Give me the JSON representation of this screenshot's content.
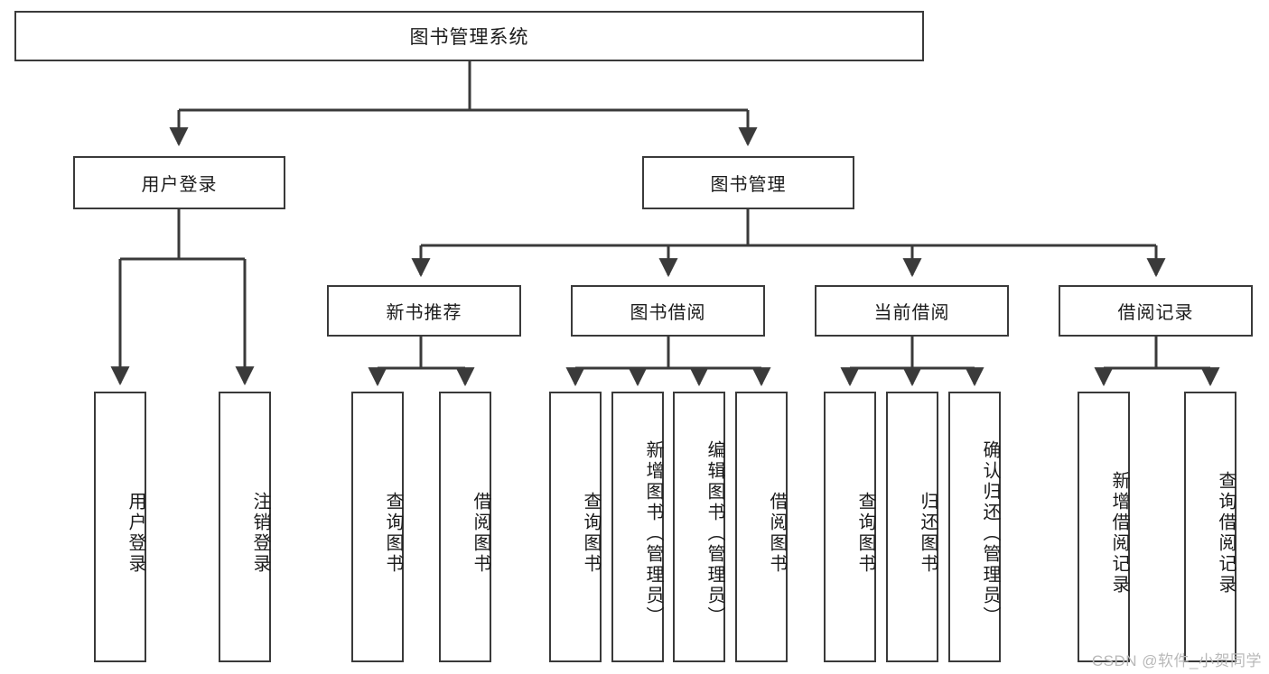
{
  "diagram": {
    "title": "图书管理系统",
    "type": "tree",
    "watermark": "CSDN @软件_小贺同学",
    "colors": {
      "stroke": "#3a3a3a",
      "fill": "#ffffff",
      "text": "#1b1b1b",
      "watermark": "#b9b9b9"
    },
    "levels": {
      "root": [
        "图书管理系统"
      ],
      "level2": [
        "用户登录",
        "图书管理"
      ],
      "level3": [
        "新书推荐",
        "图书借阅",
        "当前借阅",
        "借阅记录"
      ],
      "leaves": [
        "用户登录",
        "注销登录",
        "查询图书",
        "借阅图书",
        "查询图书",
        "新增图书（管理员）",
        "编辑图书（管理员）",
        "借阅图书",
        "查询图书",
        "归还图书",
        "确认归还（管理员）",
        "新增借阅记录",
        "查询借阅记录"
      ]
    },
    "nodes": {
      "root": {
        "label": "图书管理系统"
      },
      "user_login": {
        "label": "用户登录"
      },
      "book_manage": {
        "label": "图书管理"
      },
      "new_book_rec": {
        "label": "新书推荐"
      },
      "book_borrow": {
        "label": "图书借阅"
      },
      "current_borrow": {
        "label": "当前借阅"
      },
      "borrow_record": {
        "label": "借阅记录"
      },
      "leaf_user_login": {
        "label": "用户登录"
      },
      "leaf_logout": {
        "label": "注销登录"
      },
      "leaf_query_book_1": {
        "label": "查询图书"
      },
      "leaf_borrow_book_1": {
        "label": "借阅图书"
      },
      "leaf_query_book_2": {
        "label": "查询图书"
      },
      "leaf_add_book": {
        "label": "新增图书（管理员）"
      },
      "leaf_edit_book": {
        "label": "编辑图书（管理员）"
      },
      "leaf_borrow_book_2": {
        "label": "借阅图书"
      },
      "leaf_query_book_3": {
        "label": "查询图书"
      },
      "leaf_return_book": {
        "label": "归还图书"
      },
      "leaf_confirm_return": {
        "label": "确认归还（管理员）"
      },
      "leaf_add_record": {
        "label": "新增借阅记录"
      },
      "leaf_query_record": {
        "label": "查询借阅记录"
      }
    },
    "edges": [
      {
        "from": "root",
        "to": "user_login"
      },
      {
        "from": "root",
        "to": "book_manage"
      },
      {
        "from": "user_login",
        "to": "leaf_user_login"
      },
      {
        "from": "user_login",
        "to": "leaf_logout"
      },
      {
        "from": "book_manage",
        "to": "new_book_rec"
      },
      {
        "from": "book_manage",
        "to": "book_borrow"
      },
      {
        "from": "book_manage",
        "to": "current_borrow"
      },
      {
        "from": "book_manage",
        "to": "borrow_record"
      },
      {
        "from": "new_book_rec",
        "to": "leaf_query_book_1"
      },
      {
        "from": "new_book_rec",
        "to": "leaf_borrow_book_1"
      },
      {
        "from": "book_borrow",
        "to": "leaf_query_book_2"
      },
      {
        "from": "book_borrow",
        "to": "leaf_add_book"
      },
      {
        "from": "book_borrow",
        "to": "leaf_edit_book"
      },
      {
        "from": "book_borrow",
        "to": "leaf_borrow_book_2"
      },
      {
        "from": "current_borrow",
        "to": "leaf_query_book_3"
      },
      {
        "from": "current_borrow",
        "to": "leaf_return_book"
      },
      {
        "from": "current_borrow",
        "to": "leaf_confirm_return"
      },
      {
        "from": "borrow_record",
        "to": "leaf_add_record"
      },
      {
        "from": "borrow_record",
        "to": "leaf_query_record"
      }
    ]
  }
}
